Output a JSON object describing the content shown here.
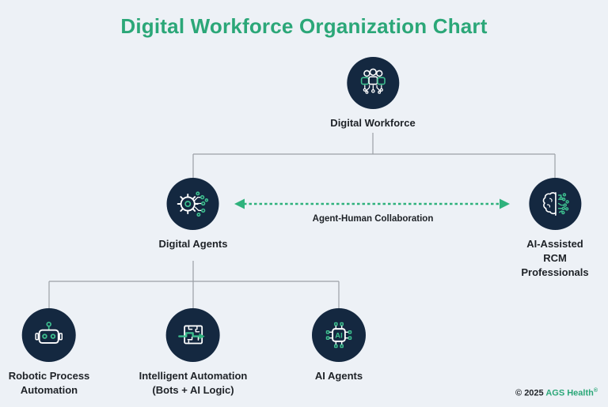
{
  "title": "Digital Workforce Organization Chart",
  "chart": {
    "root": {
      "label": "Digital Workforce",
      "icon": "people-network-icon"
    },
    "collaboration_label": "Agent-Human Collaboration",
    "level2": [
      {
        "label": "Digital Agents",
        "icon": "gear-circuit-icon"
      },
      {
        "label": "AI-Assisted RCM\nProfessionals",
        "icon": "brain-circuit-icon"
      }
    ],
    "level3": [
      {
        "label": "Robotic Process\nAutomation",
        "icon": "robot-icon"
      },
      {
        "label": "Intelligent Automation\n(Bots + AI Logic)",
        "icon": "maze-arrow-icon"
      },
      {
        "label": "AI Agents",
        "icon": "ai-chip-icon"
      }
    ]
  },
  "icons": {
    "ai_chip_text": "AI"
  },
  "footer": {
    "copyright_prefix": "© 2025 ",
    "brand": "AGS Health",
    "trademark": "®"
  },
  "colors": {
    "bg": "#edf1f6",
    "navy": "#142840",
    "title_green": "#2ba778",
    "arrow_green": "#2eb27c",
    "icon_green": "#3ec08f",
    "line_gray": "#9ba1a7",
    "text_dark": "#1e2227",
    "white": "#ffffff"
  }
}
